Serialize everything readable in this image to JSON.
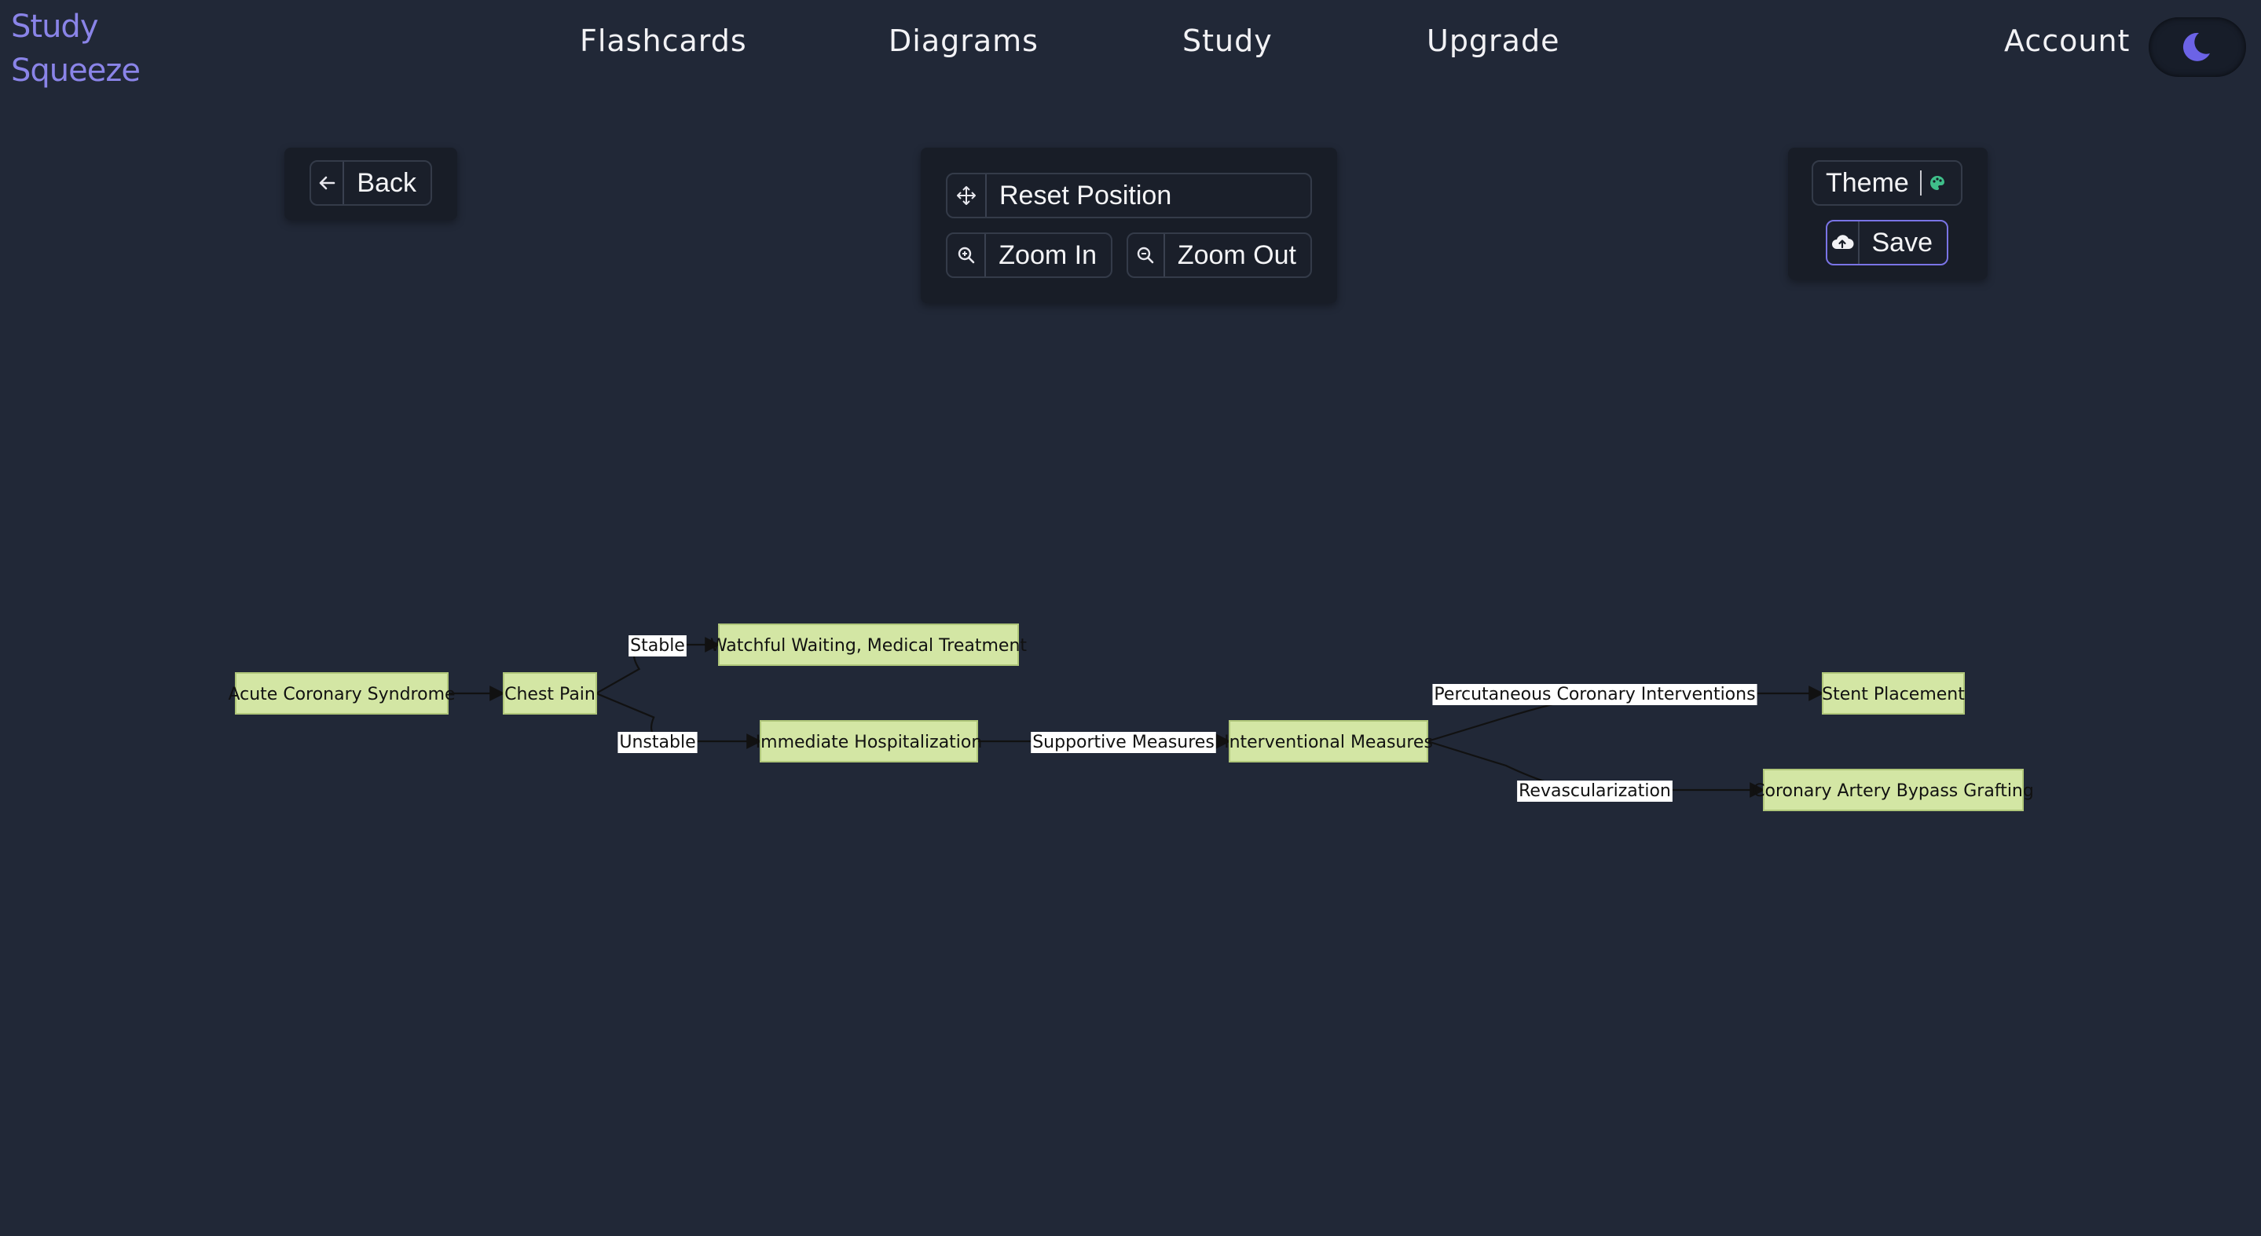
{
  "logo": {
    "line1": "Study",
    "line2": "Squeeze"
  },
  "nav": {
    "flashcards": "Flashcards",
    "diagrams": "Diagrams",
    "study": "Study",
    "upgrade": "Upgrade",
    "account": "Account"
  },
  "toolbar": {
    "back_label": "Back",
    "reset_label": "Reset Position",
    "zoom_in_label": "Zoom In",
    "zoom_out_label": "Zoom Out",
    "theme_label": "Theme",
    "save_label": "Save"
  },
  "icons": {
    "theme_toggle": "moon-icon",
    "back": "arrow-left-icon",
    "reset": "move-arrows-icon",
    "zoom_in": "zoom-in-icon",
    "zoom_out": "zoom-out-icon",
    "theme": "palette-icon",
    "save": "cloud-upload-icon"
  },
  "colors": {
    "background": "#212837",
    "accent": "#7a74e6",
    "node_fill": "#d3e6a4",
    "node_border": "#b0c77a",
    "edge": "#111111",
    "label_bg": "#ffffff"
  },
  "diagram": {
    "nodes": [
      {
        "id": "acs",
        "label": "Acute Coronary Syndrome"
      },
      {
        "id": "cp",
        "label": "Chest Pain"
      },
      {
        "id": "ww",
        "label": "Watchful Waiting, Medical Treatment"
      },
      {
        "id": "ih",
        "label": "Immediate Hospitalization"
      },
      {
        "id": "im",
        "label": "Interventional Measures"
      },
      {
        "id": "sp",
        "label": "Stent Placement"
      },
      {
        "id": "cabg",
        "label": "Coronary Artery Bypass Grafting"
      }
    ],
    "edges": [
      {
        "from": "acs",
        "to": "cp",
        "label": ""
      },
      {
        "from": "cp",
        "to": "ww",
        "label": "Stable"
      },
      {
        "from": "cp",
        "to": "ih",
        "label": "Unstable"
      },
      {
        "from": "ih",
        "to": "im",
        "label": "Supportive Measures"
      },
      {
        "from": "im",
        "to": "sp",
        "label": "Percutaneous Coronary Interventions"
      },
      {
        "from": "im",
        "to": "cabg",
        "label": "Revascularization"
      }
    ]
  }
}
